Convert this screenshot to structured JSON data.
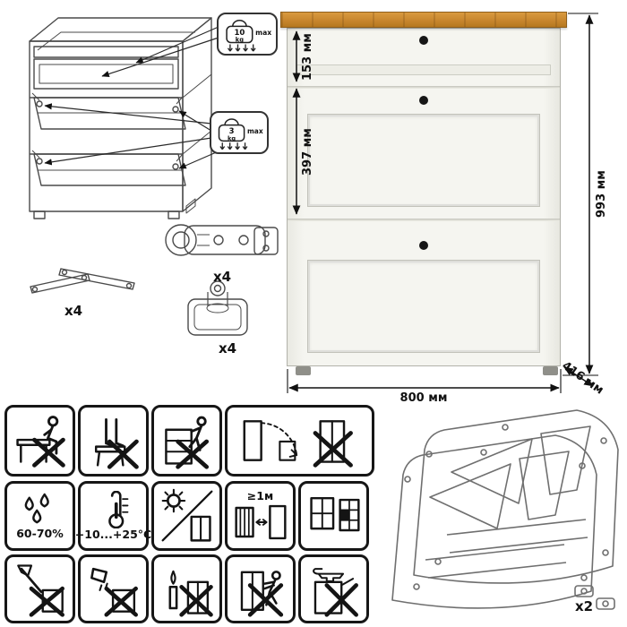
{
  "loads": {
    "drawer": {
      "value": "10",
      "unit": "kg",
      "limit": "max"
    },
    "flap": {
      "value": "3",
      "unit": "kg",
      "limit": "max"
    }
  },
  "hardware": {
    "stay_count": "x4",
    "hinge_count": "x4",
    "foot_count": "x4",
    "flap_frame_count": "x2"
  },
  "dimensions": {
    "drawer_front_height": "153 мм",
    "flap_front_height": "397 мм",
    "total_height": "993 мм",
    "width": "800 мм",
    "depth": "416 мм"
  },
  "care": {
    "humidity_range": "60-70%",
    "temperature_range": "+10...+25°С",
    "heat_distance": "≥1м"
  },
  "colors": {
    "wood_top": "#c8862e",
    "cabinet_body": "#f4f4ef",
    "line_art": "#4a4a4a",
    "pictogram": "#141414"
  }
}
